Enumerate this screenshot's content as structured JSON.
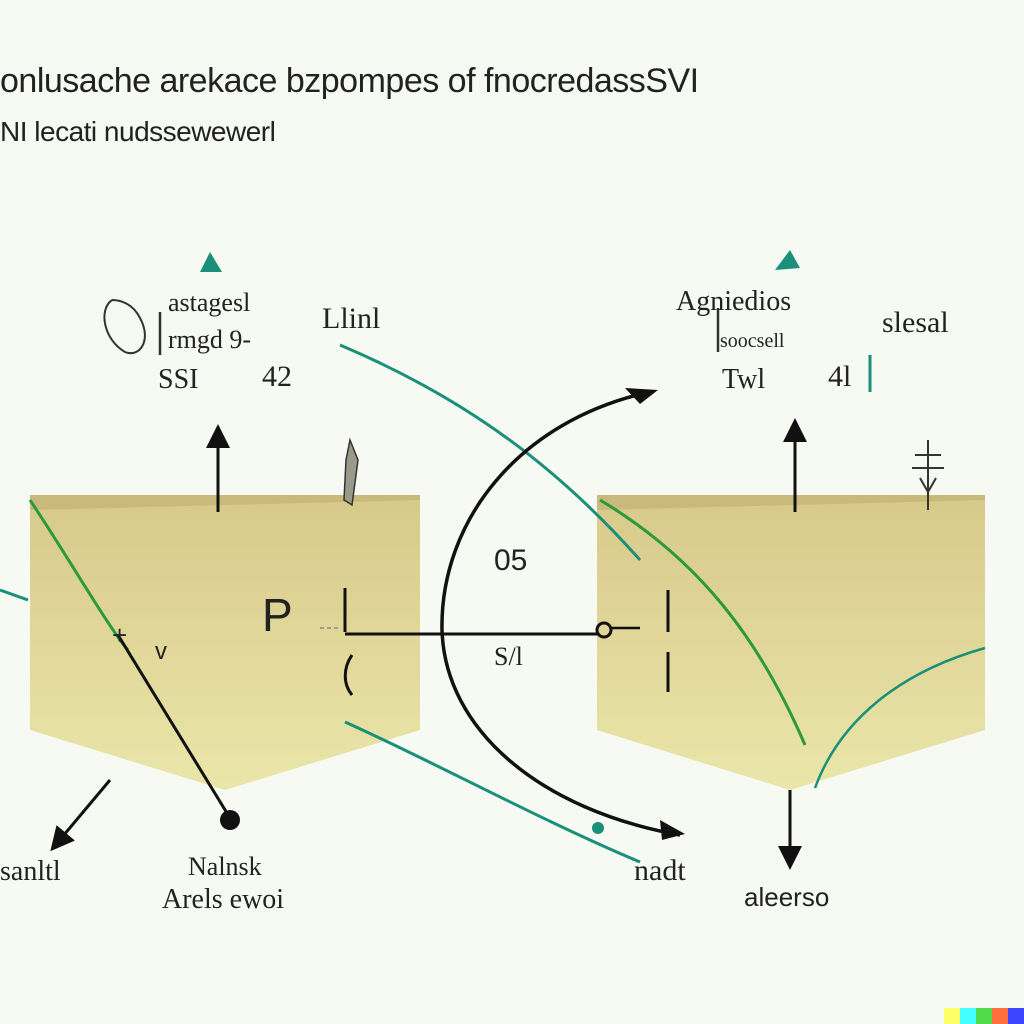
{
  "header": {
    "title": "onlusache arekace bzpompes of fnocredassSVI",
    "subtitle": "NI lecati nudssewewerl"
  },
  "left_panel": {
    "top_label_line1": "astagesl",
    "top_label_line2": "rmgd 9-",
    "top_label_num1": "SSI",
    "top_label_num2": "42",
    "side_label": "Llinl",
    "center_glyph": "P",
    "cross_glyph": "+",
    "v_glyph": "v",
    "bottom_left_label": "sanltl",
    "bottom_label_line1": "Nalnsk",
    "bottom_label_line2": "Arels ewoi"
  },
  "middle": {
    "number": "05",
    "connector_label": "S/l"
  },
  "right_panel": {
    "top_label_line1": "Agniedios",
    "top_label_line2": "soocsell",
    "top_label_side": "slesal",
    "top_label_num1": "Twl",
    "top_label_num2": "4l",
    "bottom_center_label": "nadt",
    "bottom_right_label": "aleerso"
  },
  "colors": {
    "box_fill": "#d9cf8e",
    "box_top": "#c9b97a",
    "teal": "#1a8f7a",
    "green": "#2a9a3c",
    "ink": "#111111"
  }
}
